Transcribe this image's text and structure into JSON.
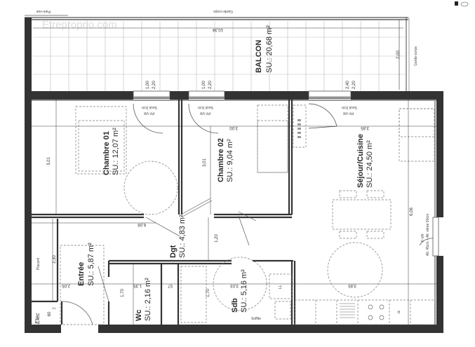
{
  "watermark": "Etreproprio.com",
  "corner_icon": "scan-marker-icon",
  "balcony": {
    "name": "BALCON",
    "area": "SU.: 20,68 m²",
    "dim_length": "10,34",
    "dim_depth": "2,00",
    "railing_top": "Garde-corps",
    "railing_right": "Garde-corps",
    "windbreak": "Pare-vue"
  },
  "rooms": [
    {
      "id": "chambre01",
      "name": "Chambre 01",
      "area": "SU.: 12,07 m²"
    },
    {
      "id": "chambre02",
      "name": "Chambre 02",
      "area": "SU.: 9,04 m²"
    },
    {
      "id": "sejour",
      "name": "Séjour/Cuisine",
      "area": "SU.: 24,50 m²"
    },
    {
      "id": "dgt",
      "name": "Dgt",
      "area": "SU.: 4,83 m²"
    },
    {
      "id": "entree",
      "name": "Entrée",
      "area": "SU.: 5,87 m²"
    },
    {
      "id": "wc",
      "name": "Wc",
      "area": "SU.: 2,16 m²"
    },
    {
      "id": "sdb",
      "name": "Sdb",
      "area": "SU.: 5,16 m²"
    }
  ],
  "windows": [
    {
      "w": "1,00",
      "h": "2,20",
      "type": "PF-VR",
      "sill": "Seuil 2cm"
    },
    {
      "w": "1,00",
      "h": "2,20",
      "type": "PF-VR",
      "sill": "Seuil 2cm"
    },
    {
      "w": "2,40",
      "h": "2,20",
      "type": "PF-VR",
      "sill": "Seuil 2cm"
    }
  ],
  "side_window": {
    "type": "F-VR",
    "note": "All. 45cm + All. vitrée 50cm"
  },
  "dimensions": {
    "chambre01_depth": "3,01",
    "chambre02_width": "3,00",
    "chambre02_depth": "3,01",
    "sejour_width_top": "3,85",
    "sejour_width_bottom": "3,85",
    "sejour_depth": "6,06",
    "corridor": "6,08",
    "dgt": "1,20",
    "placard": "2,30",
    "entree": "2,05",
    "elec": "60",
    "elec_b": "7",
    "wc_w": "1,35",
    "wc_d": "1,70",
    "wc_gap": "57",
    "sdb_d": "1,70",
    "sdb_w": "3,03"
  },
  "labels": {
    "placard": "Placard",
    "elec": "Elec",
    "ll": "LL",
    "soffite": "Soffite",
    "fridge": "R"
  }
}
